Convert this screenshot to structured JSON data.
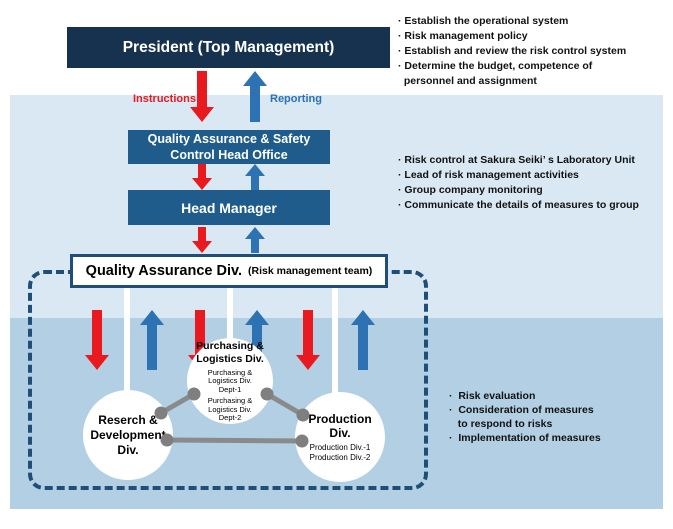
{
  "boxes": {
    "president": "President (Top Management)",
    "office": "Quality Assurance & Safety\nControl Head Office",
    "head_manager": "Head Manager",
    "qa_division_title": "Quality Assurance Div.",
    "qa_division_subtitle": "(Risk management team)"
  },
  "flow_labels": {
    "instructions": "Instructions",
    "reporting": "Reporting"
  },
  "circles": {
    "research": "Reserch &\nDevelopment\nDiv.",
    "purchasing_title": "Purchasing &\nLogistics Div.",
    "purchasing_dept1": "Purchasing &\nLogistics Div.\nDept-1",
    "purchasing_dept2": "Purchasing &\nLogistics Div.\nDept-2",
    "production_title": "Production\nDiv.",
    "production_subs": "Production Div.-1\nProduction Div.-2"
  },
  "notes": {
    "president_duties": "· Establish the operational system\n· Risk management policy\n· Establish and review the risk control system\n· Determine the budget, competence of\n  personnel and assignment",
    "office_duties": "· Risk control at Sakura Seiki’ s Laboratory Unit\n· Lead of risk management activities\n· Group company monitoring\n· Communicate the details of measures to group",
    "division_duties": "·  Risk evaluation\n·  Consideration of measures\n   to respond to risks\n·  Implementation of measures"
  },
  "colors": {
    "president_box": "#16324f",
    "office_box": "#1f5c8c",
    "border_navy": "#1f4e79",
    "light_band": "#d9e8f3",
    "dark_band": "#b2cfe3",
    "arrow_red": "#e8191f",
    "arrow_blue": "#2d72b2",
    "connector_gray": "#8a8a8a",
    "circle_fill": "#ffffff"
  }
}
